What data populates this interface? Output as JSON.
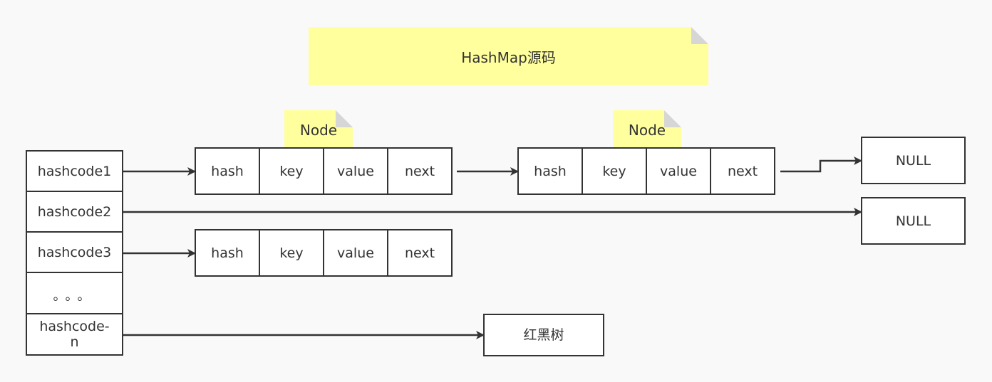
{
  "title": "HashMap源码",
  "node_label": "Node",
  "table": {
    "rows": [
      "hashcode1",
      "hashcode2",
      "hashcode3",
      "。。。",
      "hashcode-\nn"
    ]
  },
  "node_fields": [
    "hash",
    "key",
    "value",
    "next"
  ],
  "null_label": "NULL",
  "tree_label": "红黑树",
  "colors": {
    "note_fill": "#ffff9e",
    "note_fold": "#d6d6d6",
    "stroke": "#333333",
    "background": "#f9f9f9"
  }
}
